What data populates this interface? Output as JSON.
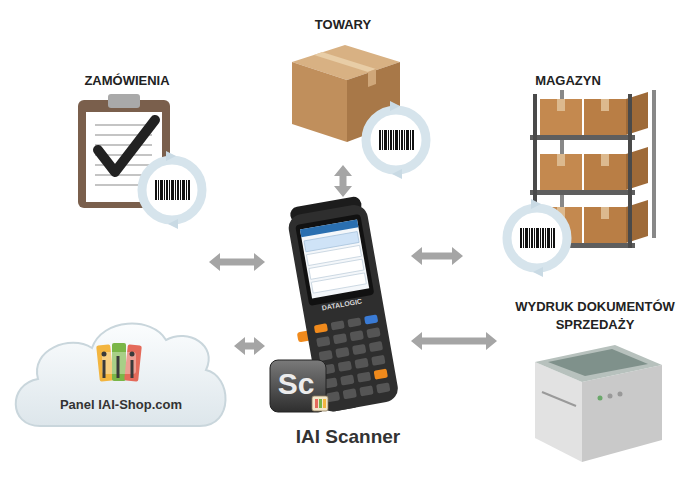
{
  "diagram": {
    "nodes": [
      {
        "text": [
          "TOWARY"
        ]
      },
      {
        "text": [
          "ZAMÓWIENIA"
        ]
      },
      {
        "text": [
          "MAGAZYN"
        ]
      },
      {
        "text": [
          "IAI Scanner"
        ]
      },
      {
        "text": [
          "WYDRUK DOKUMENTÓW SPRZEDAŻY"
        ]
      },
      {
        "text": [
          "Panel IAI-Shop.com"
        ]
      }
    ],
    "edges": [
      {
        "from": 3,
        "to": 0,
        "arrow": "both"
      },
      {
        "from": 3,
        "to": 1,
        "arrow": "both"
      },
      {
        "from": 3,
        "to": 2,
        "arrow": "both"
      },
      {
        "from": 3,
        "to": 4,
        "arrow": "both"
      },
      {
        "from": 3,
        "to": 5,
        "arrow": "both"
      }
    ],
    "labels": [
      "Sc",
      "DATALOGIC"
    ]
  }
}
